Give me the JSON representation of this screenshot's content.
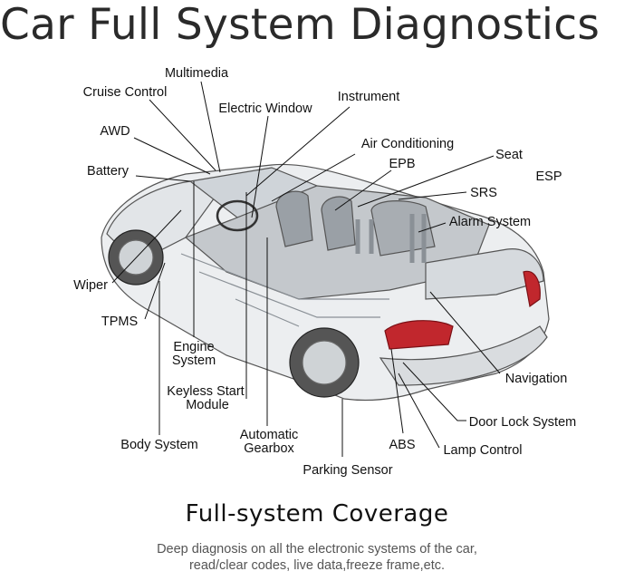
{
  "title": "Car Full System Diagnostics",
  "labels": {
    "multimedia": "Multimedia",
    "cruise_control": "Cruise Control",
    "electric_window": "Electric Window",
    "instrument": "Instrument",
    "awd": "AWD",
    "air_conditioning": "Air Conditioning",
    "seat": "Seat",
    "epb": "EPB",
    "battery": "Battery",
    "esp": "ESP",
    "srs": "SRS",
    "alarm_system": "Alarm System",
    "wiper": "Wiper",
    "tpms": "TPMS",
    "engine_system_1": "Engine",
    "engine_system_2": "System",
    "navigation": "Navigation",
    "keyless_start_1": "Keyless Start",
    "keyless_start_2": "Module",
    "door_lock_system": "Door Lock System",
    "body_system": "Body System",
    "automatic_gearbox_1": "Automatic",
    "automatic_gearbox_2": "Gearbox",
    "abs": "ABS",
    "lamp_control": "Lamp Control",
    "parking_sensor": "Parking Sensor"
  },
  "coverage_title": "Full-system Coverage",
  "description": {
    "line1": "Deep diagnosis on all the electronic systems of the car,",
    "line2": "read/clear codes, live data,freeze frame,etc."
  }
}
